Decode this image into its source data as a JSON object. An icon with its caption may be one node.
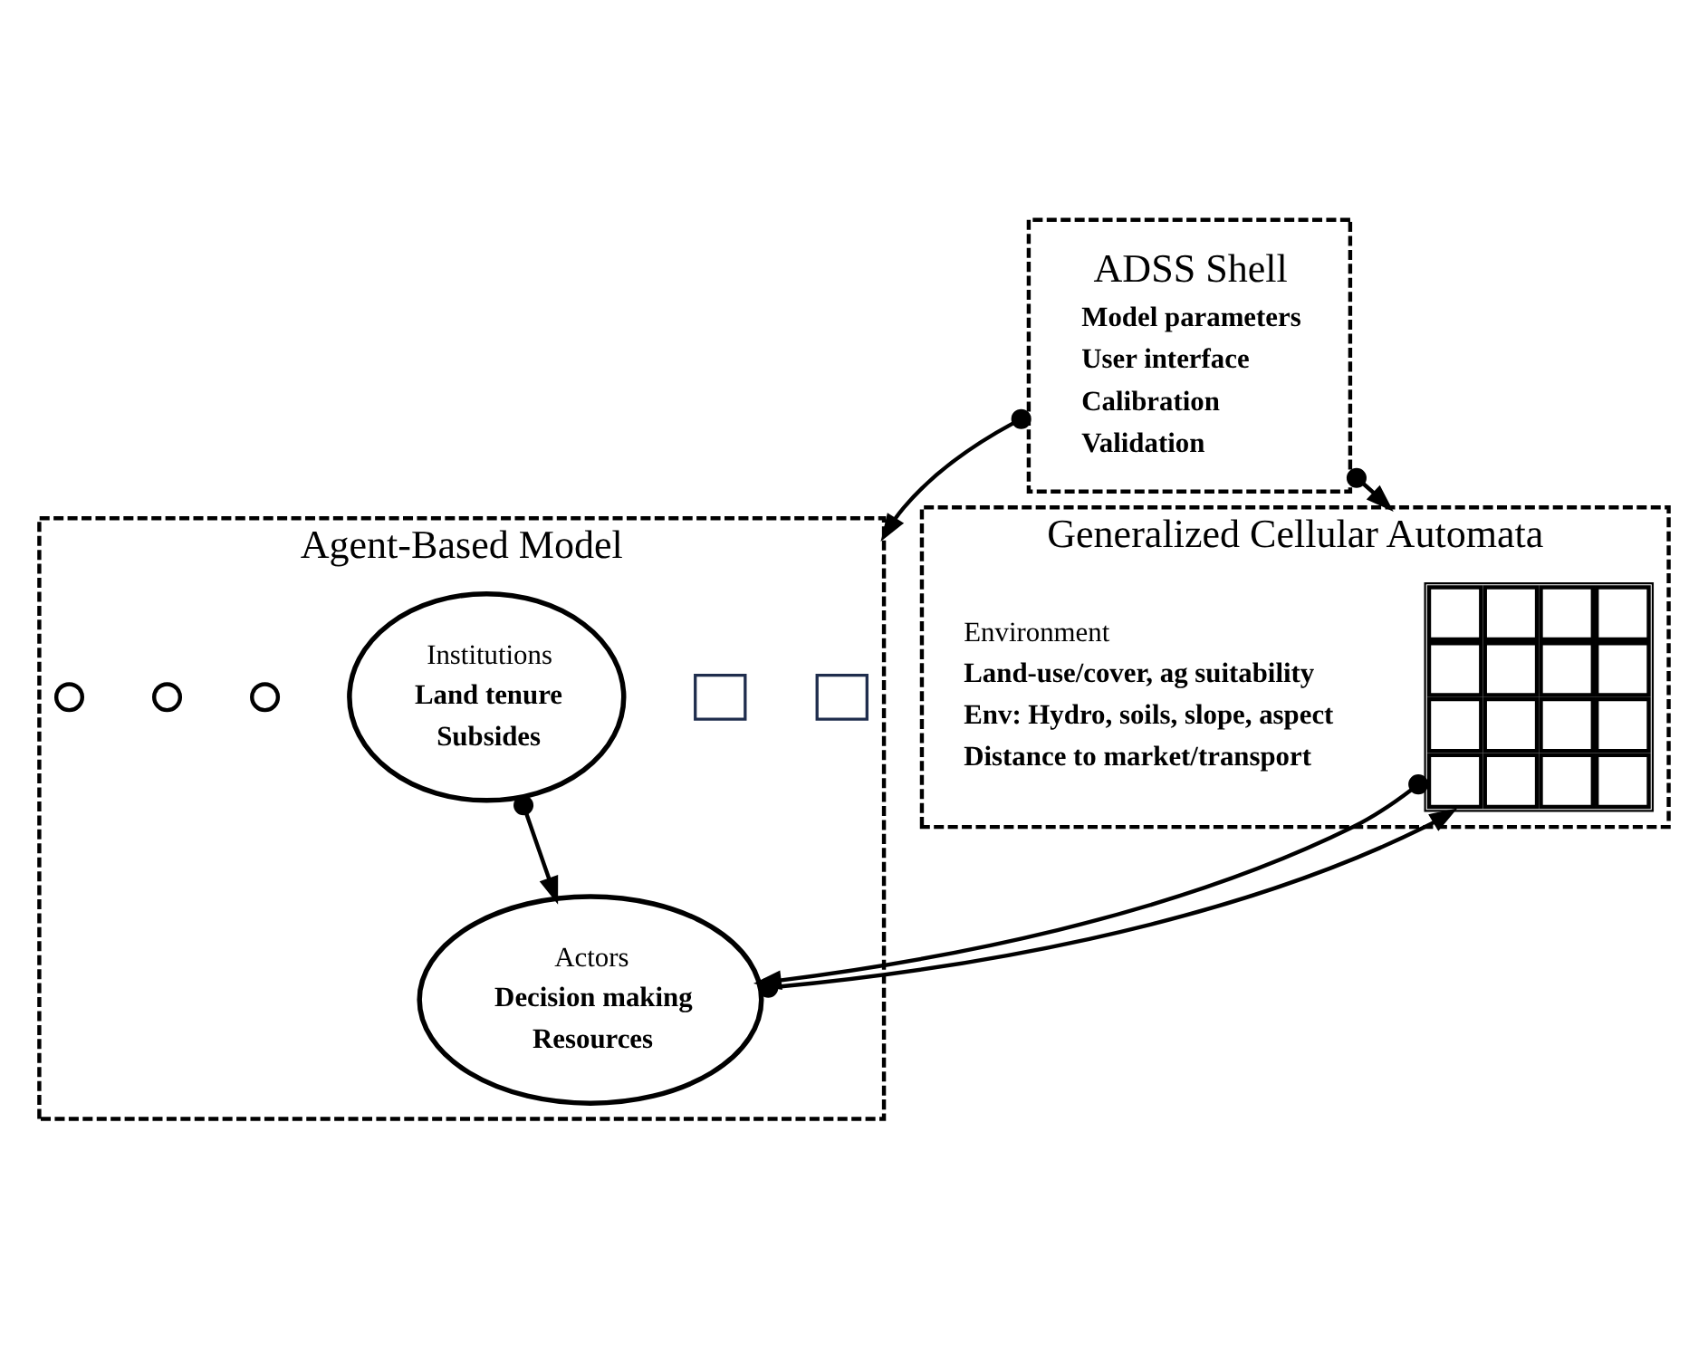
{
  "diagram": {
    "nodes": [
      {
        "text": [
          "ADSS Shell",
          "Model parameters",
          "User interface",
          "Calibration",
          "Validation"
        ]
      },
      {
        "text": [
          "Agent-Based Model"
        ]
      },
      {
        "text": [],
        "shape": "box",
        "in": 1
      },
      {
        "text": [],
        "shape": "box",
        "in": 1
      },
      {
        "text": [
          "Institutions",
          "Land tenure",
          "Subsides"
        ],
        "in": 1
      },
      {
        "text": [
          "Actors",
          "Decision making",
          "Resources"
        ],
        "in": 1
      },
      {
        "text": [],
        "shape": "circle",
        "in": 1
      },
      {
        "text": [],
        "shape": "circle",
        "in": 1
      },
      {
        "text": [],
        "shape": "circle",
        "in": 1
      },
      {
        "text": [
          "Generalized Cellular Automata"
        ]
      },
      {
        "text": [],
        "shape": "grid",
        "in": 9
      }
    ],
    "edges": [
      {
        "from": 0,
        "to": 1,
        "arrow": "to"
      },
      {
        "from": 4,
        "to": 5,
        "arrow": "to"
      },
      {
        "from": 5,
        "to": 10,
        "arrow": "to"
      },
      {
        "from": 10,
        "to": 5,
        "arrow": "to"
      },
      {
        "from": 0,
        "to": 9,
        "arrow": "to"
      }
    ],
    "labels": [
      "Environment",
      "Land-use/cover, ag suitability",
      "Env: Hydro, soils, slope, aspect",
      "Distance to market/transport"
    ]
  }
}
